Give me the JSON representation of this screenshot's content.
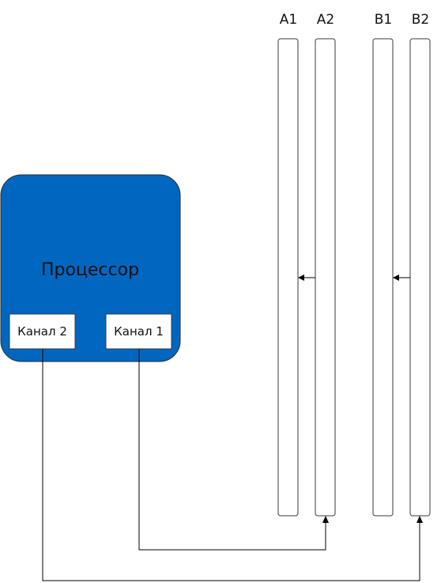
{
  "processor": {
    "title": "Процессор",
    "fill_color": "#0067C0",
    "stroke_color": "#2b2b2b",
    "channels": [
      {
        "label": "Канал 2"
      },
      {
        "label": "Канал 1"
      }
    ]
  },
  "slots": [
    {
      "label": "A1"
    },
    {
      "label": "A2"
    },
    {
      "label": "B1"
    },
    {
      "label": "B2"
    }
  ]
}
